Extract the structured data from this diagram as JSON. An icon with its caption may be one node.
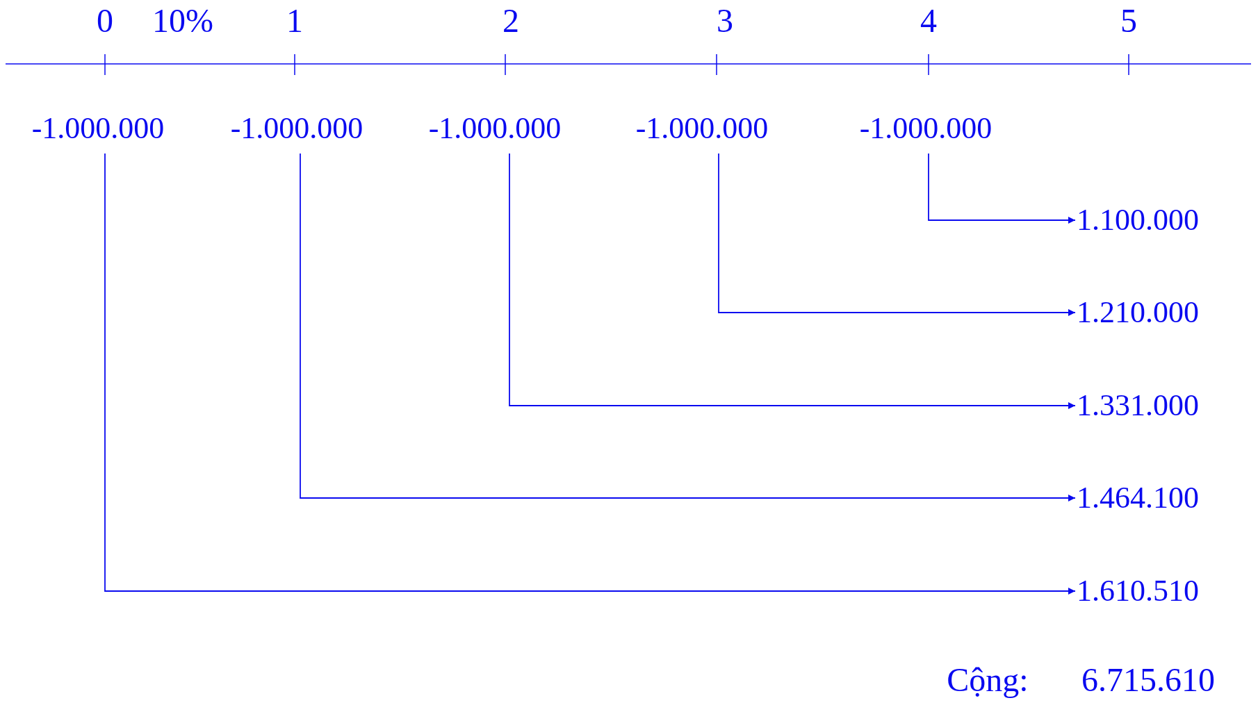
{
  "diagram": {
    "nodes": [
      {
        "text": [
          "-1.000.000"
        ]
      },
      {
        "text": [
          "-1.000.000"
        ]
      },
      {
        "text": [
          "-1.000.000"
        ]
      },
      {
        "text": [
          "-1.000.000"
        ]
      },
      {
        "text": [
          "-1.000.000"
        ]
      },
      {
        "text": [
          "1.100.000"
        ]
      },
      {
        "text": [
          "1.210.000"
        ]
      },
      {
        "text": [
          "1.331.000"
        ]
      },
      {
        "text": [
          "1.464.100"
        ]
      },
      {
        "text": [
          "1.610.510"
        ]
      }
    ],
    "edges": [
      {
        "from": 4,
        "to": 5,
        "arrow": "to"
      },
      {
        "from": 3,
        "to": 6,
        "arrow": "to"
      },
      {
        "from": 2,
        "to": 7,
        "arrow": "to"
      },
      {
        "from": 1,
        "to": 8,
        "arrow": "to"
      },
      {
        "from": 0,
        "to": 9,
        "arrow": "to"
      }
    ],
    "labels": [
      "0",
      "10%",
      "1",
      "2",
      "3",
      "4",
      "5",
      "Cộng:",
      "6.715.610"
    ]
  }
}
